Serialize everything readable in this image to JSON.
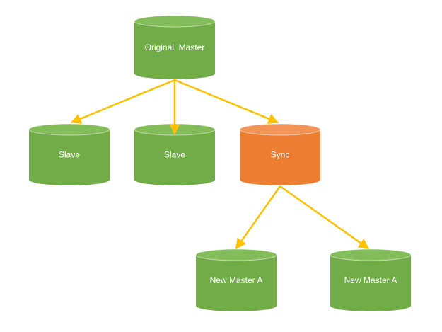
{
  "diagram": {
    "colors": {
      "green": "#70AD47",
      "green_top": "#82BD5A",
      "orange": "#ED7D31",
      "orange_top": "#F29358",
      "arrow": "#FFC000",
      "label": "#FFFFFF"
    },
    "nodes": [
      {
        "id": "original-master",
        "label": "Original  Master",
        "color": "green"
      },
      {
        "id": "slave-1",
        "label": "Slave",
        "color": "green"
      },
      {
        "id": "slave-2",
        "label": "Slave",
        "color": "green"
      },
      {
        "id": "sync",
        "label": "Sync",
        "color": "orange"
      },
      {
        "id": "new-master-a-1",
        "label": "New Master A",
        "color": "green"
      },
      {
        "id": "new-master-a-2",
        "label": "New Master A",
        "color": "green"
      }
    ],
    "edges": [
      {
        "from": "original-master",
        "to": "slave-1"
      },
      {
        "from": "original-master",
        "to": "slave-2"
      },
      {
        "from": "original-master",
        "to": "sync"
      },
      {
        "from": "sync",
        "to": "new-master-a-1"
      },
      {
        "from": "sync",
        "to": "new-master-a-2"
      }
    ]
  }
}
